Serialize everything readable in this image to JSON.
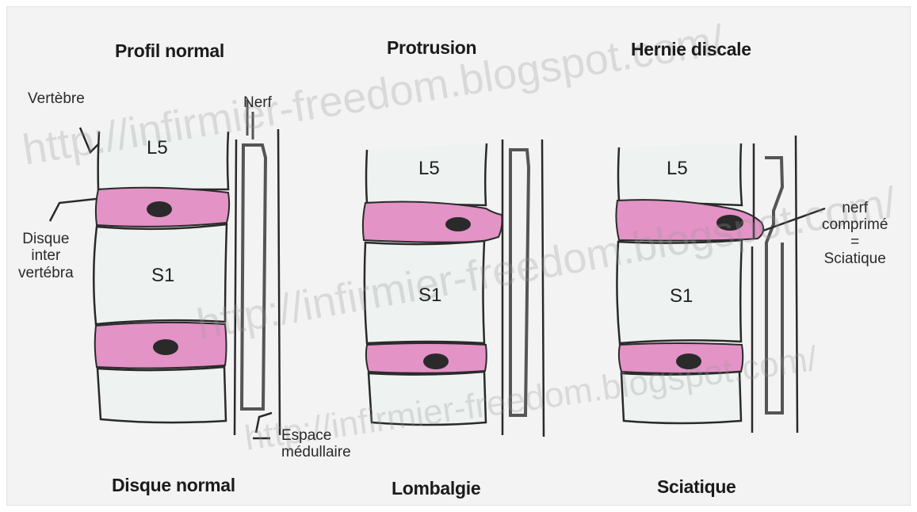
{
  "titles": {
    "normal": "Profil normal",
    "protrusion": "Protrusion",
    "hernie": "Hernie discale"
  },
  "captions": {
    "normal": "Disque normal",
    "protrusion": "Lombalgie",
    "hernie": "Sciatique"
  },
  "vertebrae": {
    "l5": "L5",
    "s1": "S1"
  },
  "annotations": {
    "vertebre": "Vertèbre",
    "nerf": "Nerf",
    "disque_line1": "Disque",
    "disque_line2": "inter",
    "disque_line3": "vertébra",
    "espace_line1": "Espace",
    "espace_line2": "médullaire",
    "nerf_comprime_line1": "nerf",
    "nerf_comprime_line2": "comprimé",
    "nerf_comprime_line3": "=",
    "nerf_comprime_line4": "Sciatique"
  },
  "watermark": "http://infirmier-freedom.blogspot.com/",
  "colors": {
    "disc": "#e393c6",
    "nucleus": "#2a2a2a",
    "bone": "#eef2f1",
    "outline": "#2a2a2a",
    "nerve": "#555555"
  }
}
